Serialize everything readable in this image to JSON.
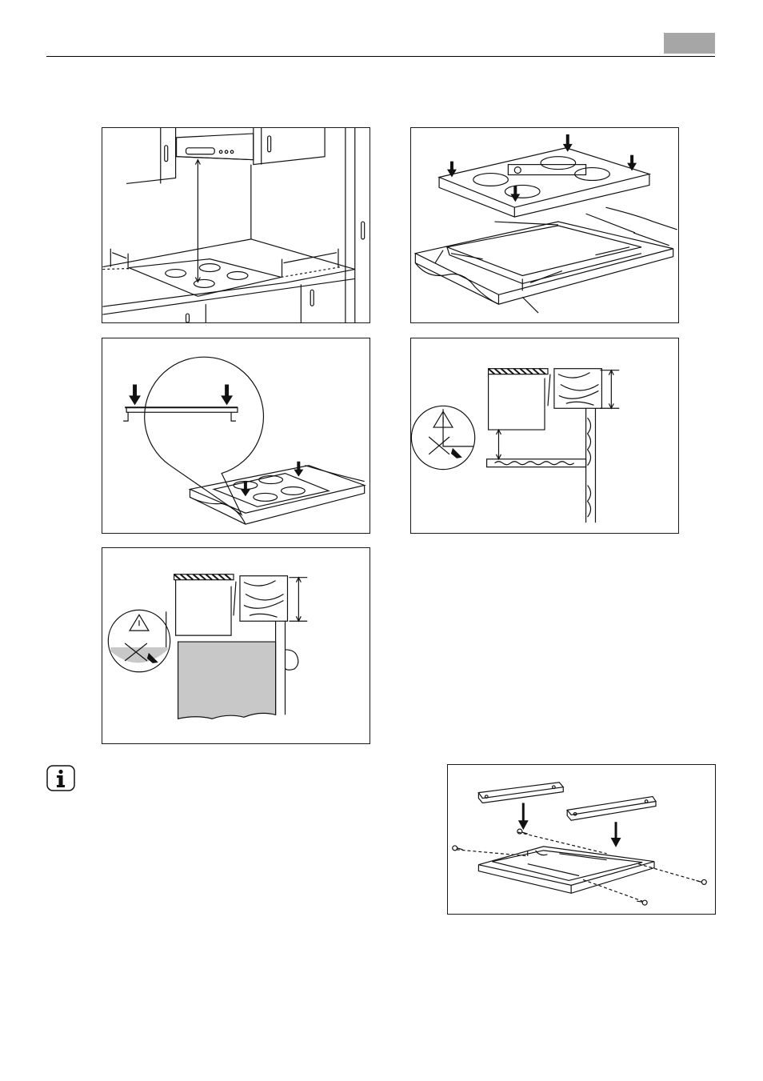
{
  "header": {
    "language_tab_color": "#a6a6a6"
  },
  "figures": [
    {
      "id": "hood-clearance-figure",
      "icon": "kitchen-hood-worktop-drawing"
    },
    {
      "id": "worktop-cutout-figure",
      "icon": "hob-into-cutout-drawing"
    },
    {
      "id": "hob-seal-detail-figure",
      "icon": "magnified-seal-drawing"
    },
    {
      "id": "cabinet-floor-gap-figure",
      "icon": "warning-gap-drawing"
    },
    {
      "id": "oven-below-figure",
      "icon": "warning-oven-drawing"
    },
    {
      "id": "bracket-mounting-figure",
      "icon": "bracket-screws-drawing"
    }
  ],
  "note": {
    "icon": "info-icon"
  }
}
